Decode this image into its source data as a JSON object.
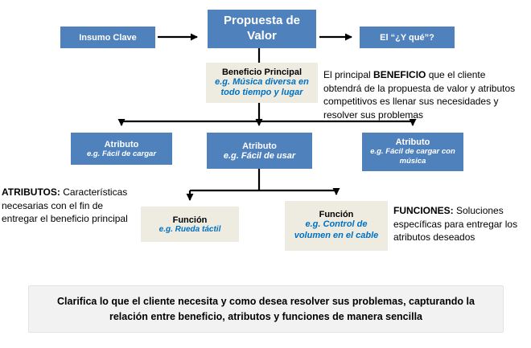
{
  "colors": {
    "blue_box": "#4f81bd",
    "beige_box": "#eeece1",
    "footer_bg": "#f2f2f2",
    "example_text": "#0070c0",
    "connector": "#000000"
  },
  "nodes": {
    "insumo": {
      "label": "Insumo Clave"
    },
    "propuesta": {
      "label": "Propuesta de Valor"
    },
    "y_que": {
      "label": "El “¿Y qué”?"
    },
    "beneficio": {
      "title": "Beneficio Principal",
      "example": "e.g. Música diversa en todo tiempo y lugar"
    },
    "atributo_1": {
      "title": "Atributo",
      "example": "e.g. Fácil de cargar"
    },
    "atributo_2": {
      "title": "Atributo",
      "example": "e.g. Fácil de usar"
    },
    "atributo_3": {
      "title": "Atributo",
      "example": "e.g. Fácil de cargar con música"
    },
    "funcion_1": {
      "title": "Función",
      "example": "e.g. Rueda táctil"
    },
    "funcion_2": {
      "title": "Función",
      "example": "e.g. Control de volumen en el cable"
    }
  },
  "annotations": {
    "beneficio_note": {
      "prefix": "El principal ",
      "bold": "BENEFICIO",
      "rest": " que el cliente obtendrá de la propuesta de valor y atributos competitivos es llenar sus necesidades y resolver sus problemas"
    },
    "atributos_note": {
      "bold": "ATRIBUTOS:",
      "rest": " Características necesarias con el fin de entregar el beneficio principal"
    },
    "funciones_note": {
      "bold": "FUNCIONES:",
      "rest": " Soluciones específicas para entregar los atributos deseados"
    }
  },
  "footer": {
    "text": "Clarifica lo que el cliente necesita y como desea resolver sus problemas, capturando la relación entre beneficio, atributos y funciones de manera sencilla"
  }
}
